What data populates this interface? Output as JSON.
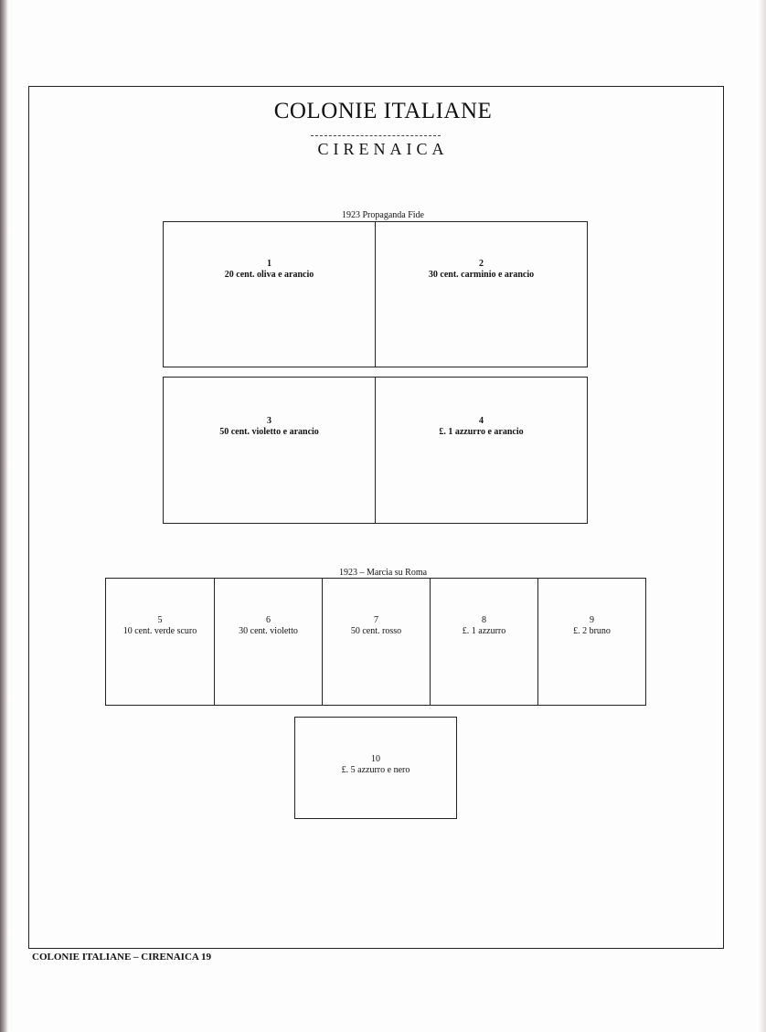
{
  "header": {
    "title": "COLONIE ITALIANE",
    "subtitle": "CIRENAICA"
  },
  "sets": [
    {
      "caption": "1923   Propaganda Fide",
      "stamps": [
        {
          "number": "1",
          "description": "20 cent. oliva e arancio"
        },
        {
          "number": "2",
          "description": "30 cent. carminio e arancio"
        },
        {
          "number": "3",
          "description": "50 cent. violetto e arancio"
        },
        {
          "number": "4",
          "description": "£. 1 azzurro e arancio"
        }
      ]
    },
    {
      "caption": "1923 – Marcia su Roma",
      "stamps": [
        {
          "number": "5",
          "description": "10 cent. verde scuro"
        },
        {
          "number": "6",
          "description": "30 cent. violetto"
        },
        {
          "number": "7",
          "description": "50 cent. rosso"
        },
        {
          "number": "8",
          "description": "£. 1 azzurro"
        },
        {
          "number": "9",
          "description": "£. 2 bruno"
        },
        {
          "number": "10",
          "description": "£. 5 azzurro e nero"
        }
      ]
    }
  ],
  "footer": {
    "text": "COLONIE ITALIANE –  CIRENAICA  19"
  }
}
